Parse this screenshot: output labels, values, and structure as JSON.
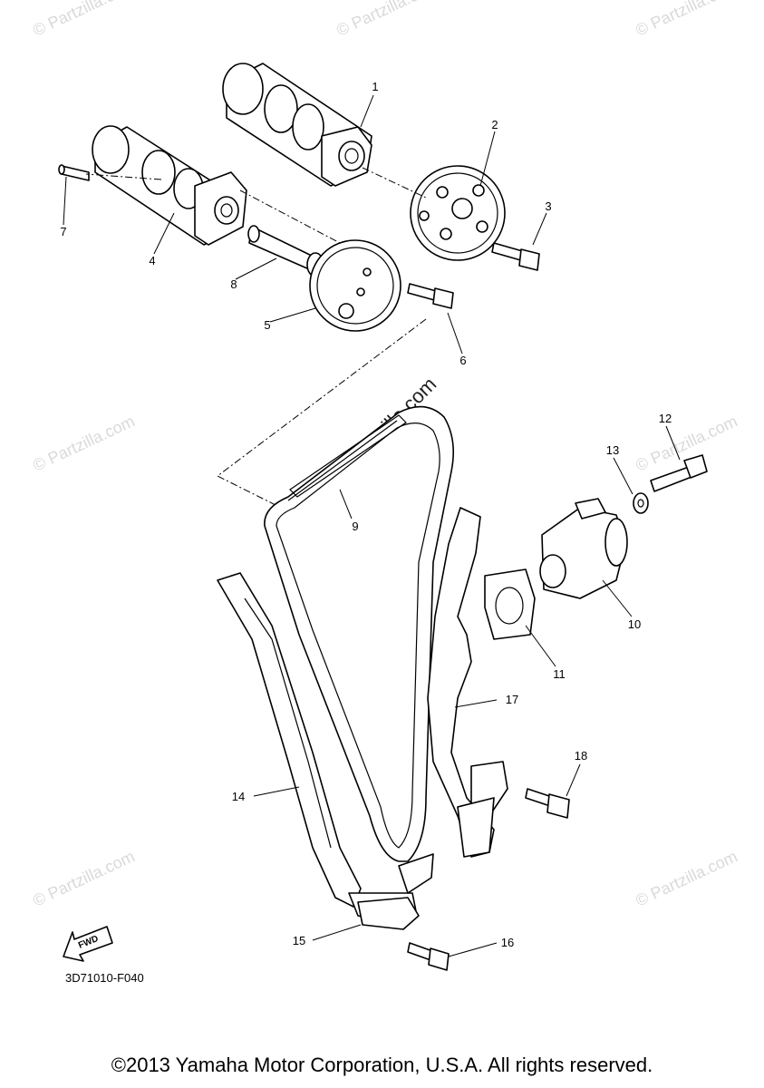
{
  "diagram": {
    "callouts": [
      "1",
      "2",
      "3",
      "4",
      "5",
      "6",
      "7",
      "8",
      "9",
      "10",
      "11",
      "12",
      "13",
      "14",
      "15",
      "16",
      "17",
      "18"
    ],
    "figure_code": "3D71010-F040",
    "fwd_label": "FWD",
    "watermark": "© Partzilla.com",
    "watermark_center": "© Partzilla.com"
  },
  "footer": {
    "copyright": "©2013 Yamaha Motor Corporation, U.S.A. All rights reserved."
  }
}
